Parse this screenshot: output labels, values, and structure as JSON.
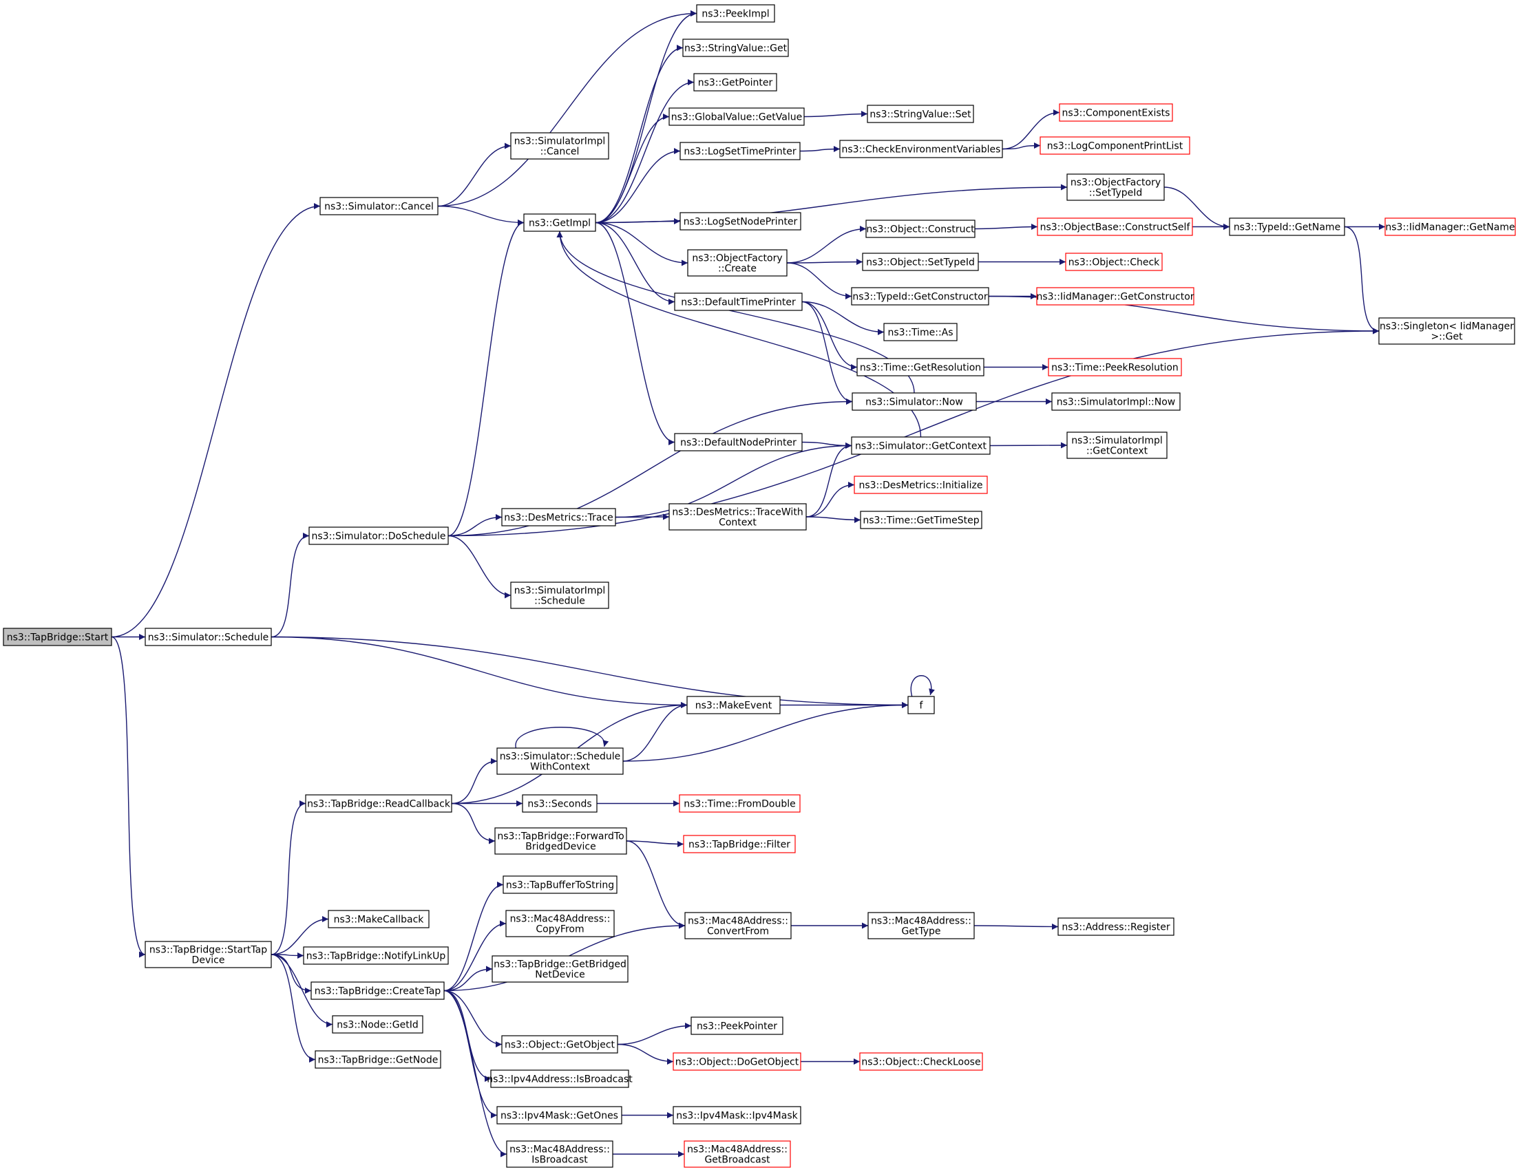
{
  "colors": {
    "edge": "#191970",
    "border": "#000000",
    "hidden_border": "#ff0000",
    "root_fill": "#bfbfbf",
    "node_fill": "#ffffff"
  },
  "nodes": {
    "start": {
      "lines": [
        "ns3::TapBridge::Start"
      ],
      "kind": "root"
    },
    "cancel": {
      "lines": [
        "ns3::Simulator::Cancel"
      ],
      "kind": "normal"
    },
    "schedule": {
      "lines": [
        "ns3::Simulator::Schedule"
      ],
      "kind": "normal"
    },
    "starttap": {
      "lines": [
        "ns3::TapBridge::StartTap",
        "Device"
      ],
      "kind": "normal"
    },
    "simimplcancel": {
      "lines": [
        "ns3::SimulatorImpl",
        "::Cancel"
      ],
      "kind": "normal"
    },
    "getimpl": {
      "lines": [
        "ns3::GetImpl"
      ],
      "kind": "normal"
    },
    "doschedule": {
      "lines": [
        "ns3::Simulator::DoSchedule"
      ],
      "kind": "normal"
    },
    "peekimpl": {
      "lines": [
        "ns3::PeekImpl"
      ],
      "kind": "normal"
    },
    "stringvalueget": {
      "lines": [
        "ns3::StringValue::Get"
      ],
      "kind": "normal"
    },
    "getpointer": {
      "lines": [
        "ns3::GetPointer"
      ],
      "kind": "normal"
    },
    "globalvaluegetvalue": {
      "lines": [
        "ns3::GlobalValue::GetValue"
      ],
      "kind": "normal"
    },
    "stringvalueset": {
      "lines": [
        "ns3::StringValue::Set"
      ],
      "kind": "normal"
    },
    "logsettimeprinter": {
      "lines": [
        "ns3::LogSetTimePrinter"
      ],
      "kind": "normal"
    },
    "checkenv": {
      "lines": [
        "ns3::CheckEnvironmentVariables"
      ],
      "kind": "normal"
    },
    "componentexists": {
      "lines": [
        "ns3::ComponentExists"
      ],
      "kind": "hidden"
    },
    "logcomponentprintlist": {
      "lines": [
        "ns3::LogComponentPrintList"
      ],
      "kind": "hidden"
    },
    "objfactorysettypeid": {
      "lines": [
        "ns3::ObjectFactory",
        "::SetTypeId"
      ],
      "kind": "normal"
    },
    "logsetnodeprinter": {
      "lines": [
        "ns3::LogSetNodePrinter"
      ],
      "kind": "normal"
    },
    "objfactorycreate": {
      "lines": [
        "ns3::ObjectFactory",
        "::Create"
      ],
      "kind": "normal"
    },
    "objectconstruct": {
      "lines": [
        "ns3::Object::Construct"
      ],
      "kind": "normal"
    },
    "objbaseconstructself": {
      "lines": [
        "ns3::ObjectBase::ConstructSelf"
      ],
      "kind": "hidden"
    },
    "typeidgetname": {
      "lines": [
        "ns3::TypeId::GetName"
      ],
      "kind": "normal"
    },
    "iidmanagergetname": {
      "lines": [
        "ns3::IidManager::GetName"
      ],
      "kind": "hidden"
    },
    "objectsettypeid": {
      "lines": [
        "ns3::Object::SetTypeId"
      ],
      "kind": "normal"
    },
    "objectcheck": {
      "lines": [
        "ns3::Object::Check"
      ],
      "kind": "hidden"
    },
    "typeidgetconstructor": {
      "lines": [
        "ns3::TypeId::GetConstructor"
      ],
      "kind": "normal"
    },
    "iidmanagergetconstructor": {
      "lines": [
        "ns3::IidManager::GetConstructor"
      ],
      "kind": "hidden"
    },
    "singletonget": {
      "lines": [
        "ns3::Singleton< IidManager",
        " >::Get"
      ],
      "kind": "normal"
    },
    "defaulttimeprinter": {
      "lines": [
        "ns3::DefaultTimePrinter"
      ],
      "kind": "normal"
    },
    "timeas": {
      "lines": [
        "ns3::Time::As"
      ],
      "kind": "normal"
    },
    "timegetresolution": {
      "lines": [
        "ns3::Time::GetResolution"
      ],
      "kind": "normal"
    },
    "timepeekresolution": {
      "lines": [
        "ns3::Time::PeekResolution"
      ],
      "kind": "hidden"
    },
    "simnow": {
      "lines": [
        "ns3::Simulator::Now"
      ],
      "kind": "normal"
    },
    "simimplnow": {
      "lines": [
        "ns3::SimulatorImpl::Now"
      ],
      "kind": "normal"
    },
    "defaultnodeprinter": {
      "lines": [
        "ns3::DefaultNodePrinter"
      ],
      "kind": "normal"
    },
    "simgetcontext": {
      "lines": [
        "ns3::Simulator::GetContext"
      ],
      "kind": "normal"
    },
    "simimplgetcontext": {
      "lines": [
        "ns3::SimulatorImpl",
        "::GetContext"
      ],
      "kind": "normal"
    },
    "desmetricsinitialize": {
      "lines": [
        "ns3::DesMetrics::Initialize"
      ],
      "kind": "hidden"
    },
    "desmetricstrace": {
      "lines": [
        "ns3::DesMetrics::Trace"
      ],
      "kind": "normal"
    },
    "desmetricstracewith": {
      "lines": [
        "ns3::DesMetrics::TraceWith",
        "Context"
      ],
      "kind": "normal"
    },
    "timegettimestep": {
      "lines": [
        "ns3::Time::GetTimeStep"
      ],
      "kind": "normal"
    },
    "simimplschedule": {
      "lines": [
        "ns3::SimulatorImpl",
        "::Schedule"
      ],
      "kind": "normal"
    },
    "makeevent": {
      "lines": [
        "ns3::MakeEvent"
      ],
      "kind": "normal"
    },
    "f": {
      "lines": [
        "f"
      ],
      "kind": "normal"
    },
    "schedulewithcontext": {
      "lines": [
        "ns3::Simulator::Schedule",
        "WithContext"
      ],
      "kind": "normal"
    },
    "readcallback": {
      "lines": [
        "ns3::TapBridge::ReadCallback"
      ],
      "kind": "normal"
    },
    "seconds": {
      "lines": [
        "ns3::Seconds"
      ],
      "kind": "normal"
    },
    "timefromdouble": {
      "lines": [
        "ns3::Time::FromDouble"
      ],
      "kind": "hidden"
    },
    "forwardtobridged": {
      "lines": [
        "ns3::TapBridge::ForwardTo",
        "BridgedDevice"
      ],
      "kind": "normal"
    },
    "tapbridgefilter": {
      "lines": [
        "ns3::TapBridge::Filter"
      ],
      "kind": "hidden"
    },
    "tapbuffertostring": {
      "lines": [
        "ns3::TapBufferToString"
      ],
      "kind": "normal"
    },
    "mac48copyfrom": {
      "lines": [
        "ns3::Mac48Address::",
        "CopyFrom"
      ],
      "kind": "normal"
    },
    "getbridgednetdevice": {
      "lines": [
        "ns3::TapBridge::GetBridged",
        "NetDevice"
      ],
      "kind": "normal"
    },
    "mac48convertfrom": {
      "lines": [
        "ns3::Mac48Address::",
        "ConvertFrom"
      ],
      "kind": "normal"
    },
    "mac48gettype": {
      "lines": [
        "ns3::Mac48Address::",
        "GetType"
      ],
      "kind": "normal"
    },
    "addressregister": {
      "lines": [
        "ns3::Address::Register"
      ],
      "kind": "normal"
    },
    "makecallback": {
      "lines": [
        "ns3::MakeCallback"
      ],
      "kind": "normal"
    },
    "notifylinkup": {
      "lines": [
        "ns3::TapBridge::NotifyLinkUp"
      ],
      "kind": "normal"
    },
    "createtap": {
      "lines": [
        "ns3::TapBridge::CreateTap"
      ],
      "kind": "normal"
    },
    "nodegetid": {
      "lines": [
        "ns3::Node::GetId"
      ],
      "kind": "normal"
    },
    "tapbridgegetnode": {
      "lines": [
        "ns3::TapBridge::GetNode"
      ],
      "kind": "normal"
    },
    "peekpointer": {
      "lines": [
        "ns3::PeekPointer"
      ],
      "kind": "normal"
    },
    "objectgetobject": {
      "lines": [
        "ns3::Object::GetObject"
      ],
      "kind": "normal"
    },
    "objectdogetobject": {
      "lines": [
        "ns3::Object::DoGetObject"
      ],
      "kind": "hidden"
    },
    "objectcheckloose": {
      "lines": [
        "ns3::Object::CheckLoose"
      ],
      "kind": "hidden"
    },
    "ipv4isbroadcast": {
      "lines": [
        "ns3::Ipv4Address::IsBroadcast"
      ],
      "kind": "normal"
    },
    "ipv4maskgetones": {
      "lines": [
        "ns3::Ipv4Mask::GetOnes"
      ],
      "kind": "normal"
    },
    "ipv4maskipv4mask": {
      "lines": [
        "ns3::Ipv4Mask::Ipv4Mask"
      ],
      "kind": "normal"
    },
    "mac48isbroadcast": {
      "lines": [
        "ns3::Mac48Address::",
        "IsBroadcast"
      ],
      "kind": "normal"
    },
    "mac48getbroadcast": {
      "lines": [
        "ns3::Mac48Address::",
        "GetBroadcast"
      ],
      "kind": "hidden"
    }
  },
  "edges": [
    [
      "start",
      "cancel"
    ],
    [
      "start",
      "schedule"
    ],
    [
      "start",
      "starttap"
    ],
    [
      "cancel",
      "simimplcancel"
    ],
    [
      "cancel",
      "getimpl"
    ],
    [
      "cancel",
      "peekimpl"
    ],
    [
      "getimpl",
      "peekimpl"
    ],
    [
      "getimpl",
      "stringvalueget"
    ],
    [
      "getimpl",
      "getpointer"
    ],
    [
      "getimpl",
      "globalvaluegetvalue"
    ],
    [
      "getimpl",
      "logsettimeprinter"
    ],
    [
      "getimpl",
      "objfactorysettypeid"
    ],
    [
      "getimpl",
      "logsetnodeprinter"
    ],
    [
      "getimpl",
      "objfactorycreate"
    ],
    [
      "getimpl",
      "defaulttimeprinter"
    ],
    [
      "getimpl",
      "defaultnodeprinter"
    ],
    [
      "globalvaluegetvalue",
      "stringvalueset"
    ],
    [
      "logsettimeprinter",
      "checkenv"
    ],
    [
      "checkenv",
      "componentexists"
    ],
    [
      "checkenv",
      "logcomponentprintlist"
    ],
    [
      "objfactorysettypeid",
      "typeidgetname"
    ],
    [
      "objfactorycreate",
      "objectconstruct"
    ],
    [
      "objfactorycreate",
      "objectsettypeid"
    ],
    [
      "objfactorycreate",
      "typeidgetconstructor"
    ],
    [
      "objectconstruct",
      "objbaseconstructself"
    ],
    [
      "objbaseconstructself",
      "typeidgetname"
    ],
    [
      "typeidgetname",
      "iidmanagergetname"
    ],
    [
      "typeidgetname",
      "singletonget"
    ],
    [
      "objectsettypeid",
      "objectcheck"
    ],
    [
      "typeidgetconstructor",
      "iidmanagergetconstructor"
    ],
    [
      "typeidgetconstructor",
      "singletonget"
    ],
    [
      "defaulttimeprinter",
      "timeas"
    ],
    [
      "defaulttimeprinter",
      "timegetresolution"
    ],
    [
      "defaulttimeprinter",
      "simnow"
    ],
    [
      "timegetresolution",
      "timepeekresolution"
    ],
    [
      "simnow",
      "getimpl"
    ],
    [
      "simnow",
      "simimplnow"
    ],
    [
      "defaultnodeprinter",
      "simgetcontext"
    ],
    [
      "simgetcontext",
      "getimpl"
    ],
    [
      "simgetcontext",
      "simimplgetcontext"
    ],
    [
      "schedule",
      "doschedule"
    ],
    [
      "schedule",
      "makeevent"
    ],
    [
      "schedule",
      "f"
    ],
    [
      "doschedule",
      "getimpl"
    ],
    [
      "doschedule",
      "simnow"
    ],
    [
      "doschedule",
      "desmetricstrace"
    ],
    [
      "doschedule",
      "singletonget"
    ],
    [
      "doschedule",
      "simimplschedule"
    ],
    [
      "desmetricstrace",
      "simgetcontext"
    ],
    [
      "desmetricstrace",
      "desmetricstracewith"
    ],
    [
      "desmetricstracewith",
      "simgetcontext"
    ],
    [
      "desmetricstracewith",
      "desmetricsinitialize"
    ],
    [
      "desmetricstracewith",
      "timegettimestep"
    ],
    [
      "makeevent",
      "f"
    ],
    [
      "f",
      "f"
    ],
    [
      "starttap",
      "readcallback"
    ],
    [
      "starttap",
      "makecallback"
    ],
    [
      "starttap",
      "notifylinkup"
    ],
    [
      "starttap",
      "createtap"
    ],
    [
      "starttap",
      "nodegetid"
    ],
    [
      "starttap",
      "tapbridgegetnode"
    ],
    [
      "readcallback",
      "makeevent"
    ],
    [
      "readcallback",
      "schedulewithcontext"
    ],
    [
      "readcallback",
      "seconds"
    ],
    [
      "readcallback",
      "forwardtobridged"
    ],
    [
      "schedulewithcontext",
      "schedulewithcontext"
    ],
    [
      "schedulewithcontext",
      "makeevent"
    ],
    [
      "schedulewithcontext",
      "f"
    ],
    [
      "seconds",
      "timefromdouble"
    ],
    [
      "forwardtobridged",
      "tapbridgefilter"
    ],
    [
      "forwardtobridged",
      "mac48convertfrom"
    ],
    [
      "mac48convertfrom",
      "mac48gettype"
    ],
    [
      "mac48gettype",
      "addressregister"
    ],
    [
      "createtap",
      "tapbuffertostring"
    ],
    [
      "createtap",
      "mac48copyfrom"
    ],
    [
      "createtap",
      "getbridgednetdevice"
    ],
    [
      "createtap",
      "mac48convertfrom"
    ],
    [
      "createtap",
      "objectgetobject"
    ],
    [
      "createtap",
      "ipv4isbroadcast"
    ],
    [
      "createtap",
      "ipv4maskgetones"
    ],
    [
      "createtap",
      "mac48isbroadcast"
    ],
    [
      "objectgetobject",
      "peekpointer"
    ],
    [
      "objectgetobject",
      "objectdogetobject"
    ],
    [
      "objectdogetobject",
      "objectcheckloose"
    ],
    [
      "ipv4maskgetones",
      "ipv4maskipv4mask"
    ],
    [
      "mac48isbroadcast",
      "mac48getbroadcast"
    ]
  ]
}
